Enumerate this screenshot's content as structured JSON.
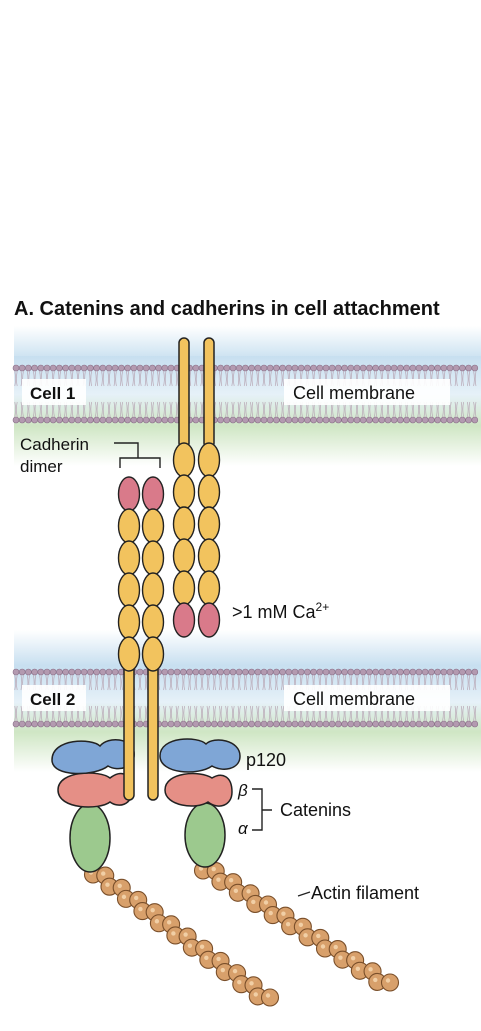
{
  "title": "A. Catenins and cadherins in cell attachment",
  "labels": {
    "cell1": "Cell 1",
    "cell2": "Cell 2",
    "membrane_top": "Cell membrane",
    "membrane_bottom": "Cell membrane",
    "cadherin_line1": "Cadherin",
    "cadherin_line2": "dimer",
    "calcium_prefix": ">1 mM Ca",
    "calcium_sup": "2+",
    "p120": "p120",
    "beta": "β",
    "alpha": "α",
    "catenins": "Catenins",
    "actin": "Actin filament"
  },
  "colors": {
    "membrane_blue": "#c7dff0",
    "membrane_green": "#cfe6c4",
    "cadherin_domain": "#f2c35e",
    "cadherin_tip": "#d97a8a",
    "p120": "#7fa6d6",
    "beta_catenin": "#e58f86",
    "alpha_catenin": "#9cc98e",
    "actin": "#d8a06b",
    "lipid_head": "#b39ab0"
  }
}
